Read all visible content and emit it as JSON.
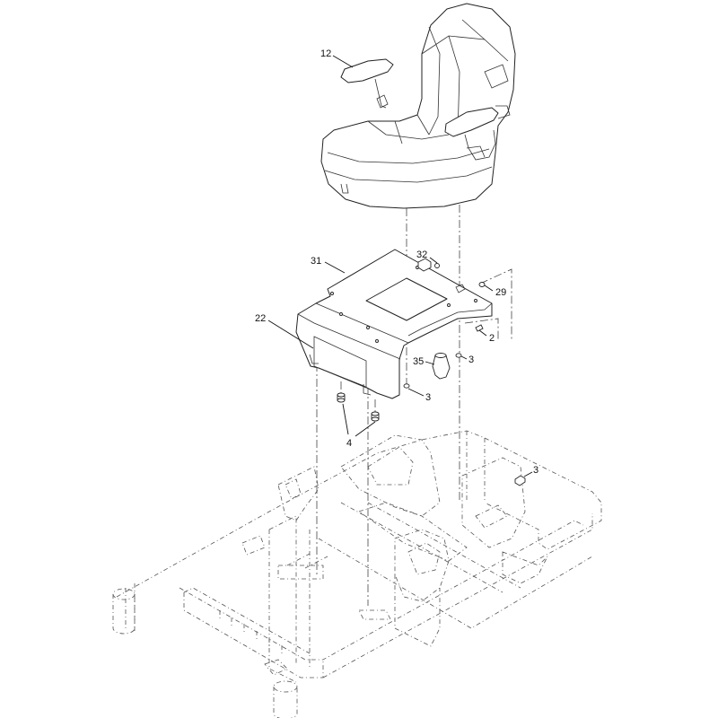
{
  "callouts": [
    {
      "id": "seat",
      "text": "12"
    },
    {
      "id": "seat-plate",
      "text": "31"
    },
    {
      "id": "nut-top",
      "text": "32"
    },
    {
      "id": "nut-right",
      "text": "29"
    },
    {
      "id": "seat-pan",
      "text": "22"
    },
    {
      "id": "pin",
      "text": "2"
    },
    {
      "id": "bumper",
      "text": "35"
    },
    {
      "id": "washer-right",
      "text": "3"
    },
    {
      "id": "washer-mid",
      "text": "3"
    },
    {
      "id": "spacers",
      "text": "4"
    },
    {
      "id": "washer-frame",
      "text": "3"
    }
  ]
}
